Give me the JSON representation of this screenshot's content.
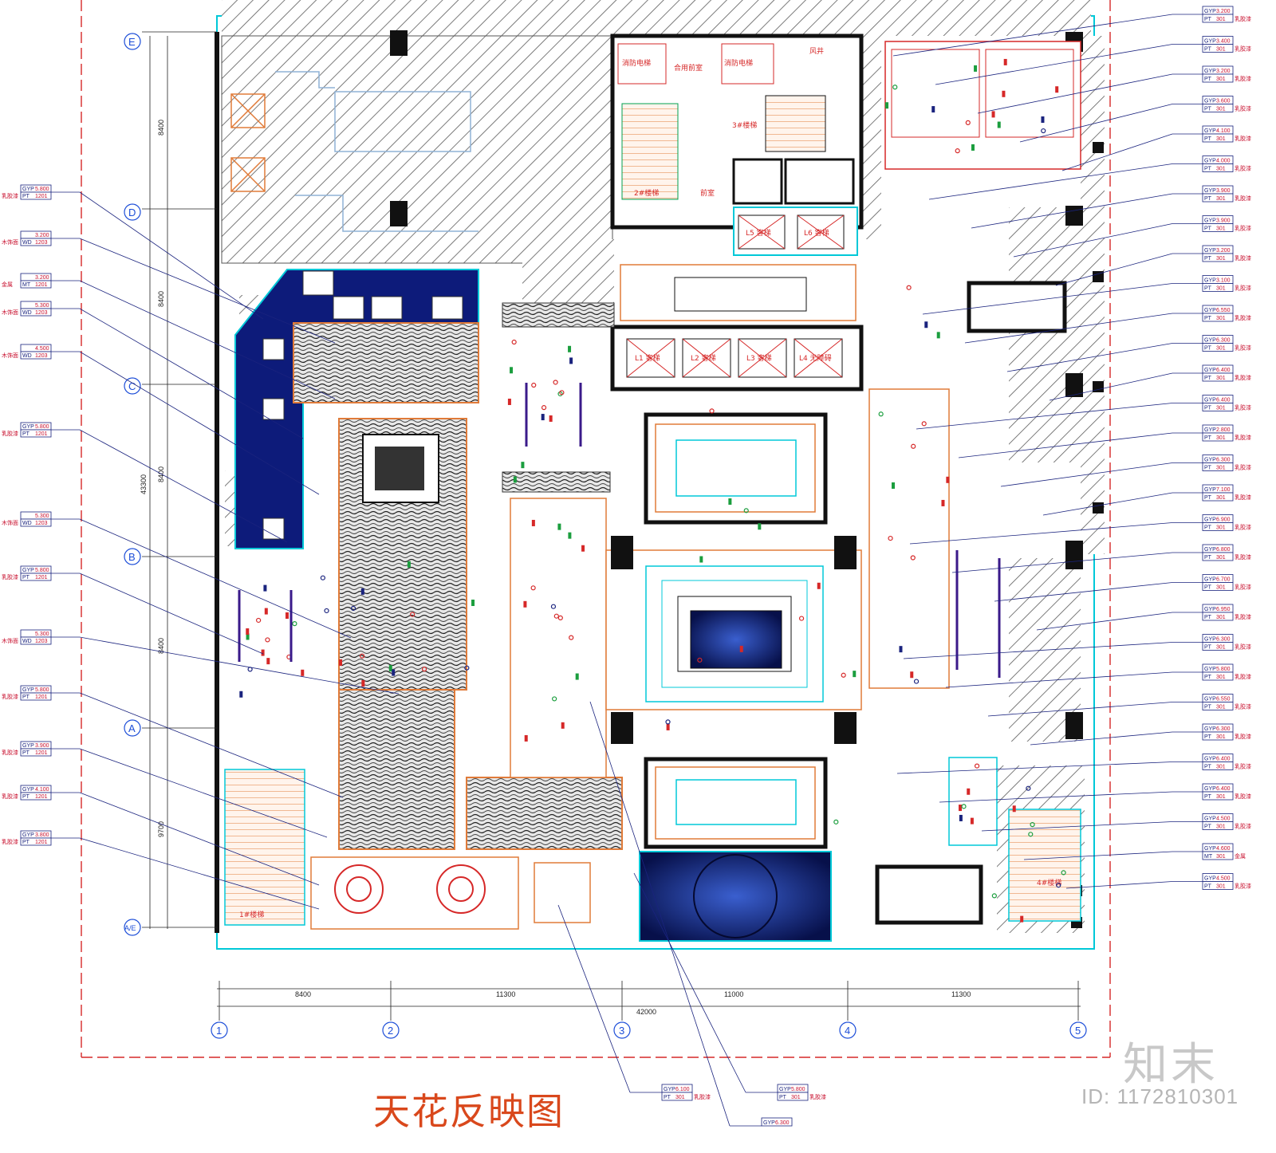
{
  "title": "天花反映图",
  "watermark": {
    "logo": "知末",
    "id_label": "ID: 1172810301"
  },
  "colors": {
    "hatch": "#555555",
    "wall": "#111111",
    "cyan": "#00c8d8",
    "red": "#d62828",
    "blue": "#0d1b7a",
    "orange": "#e07b39",
    "leader": "#1a237e"
  },
  "axes": {
    "rows": [
      "E",
      "D",
      "C",
      "B",
      "A",
      "A/E"
    ],
    "cols": [
      "1",
      "2",
      "3",
      "4",
      "5"
    ]
  },
  "dims": {
    "bottom": [
      "8400",
      "11300",
      "11000",
      "11300"
    ],
    "bottom_total": "42000",
    "left": [
      "8400",
      "8400",
      "8400",
      "8400",
      "9700"
    ],
    "left_total": "43300"
  },
  "rooms": {
    "stair1": "1#楼梯",
    "stair2": "2#楼梯",
    "stair3": "3#楼梯",
    "stair4": "4#楼梯",
    "fire_lift": "消防电梯",
    "anteroom": "合用前室",
    "front_room": "前室",
    "exhaust": "风井",
    "lift_l1": "L1 客梯",
    "lift_l2": "L2 客梯",
    "lift_l3": "L3 客梯",
    "lift_l4": "L4 无障碍",
    "lift_l5": "L5 客梯",
    "lift_l6": "L6 客梯"
  },
  "left_tags": [
    {
      "mat": "GYP",
      "h": "5.800",
      "code": "PT",
      "num": "1201",
      "note": "乳胶漆"
    },
    {
      "mat": "",
      "h": "3.200",
      "code": "WD",
      "num": "1203",
      "note": "木饰面"
    },
    {
      "mat": "",
      "h": "3.200",
      "code": "MT",
      "num": "1201",
      "note": "金属"
    },
    {
      "mat": "",
      "h": "5.300",
      "code": "WD",
      "num": "1203",
      "note": "木饰面"
    },
    {
      "mat": "",
      "h": "4.500",
      "code": "WD",
      "num": "1203",
      "note": "木饰面"
    },
    {
      "mat": "GYP",
      "h": "5.800",
      "code": "PT",
      "num": "1201",
      "note": "乳胶漆"
    },
    {
      "mat": "",
      "h": "5.300",
      "code": "WD",
      "num": "1203",
      "note": "木饰面"
    },
    {
      "mat": "GYP",
      "h": "5.800",
      "code": "PT",
      "num": "1201",
      "note": "乳胶漆"
    },
    {
      "mat": "",
      "h": "5.300",
      "code": "WD",
      "num": "1203",
      "note": "木饰面"
    },
    {
      "mat": "GYP",
      "h": "5.800",
      "code": "PT",
      "num": "1201",
      "note": "乳胶漆"
    },
    {
      "mat": "GYP",
      "h": "3.900",
      "code": "PT",
      "num": "1201",
      "note": "乳胶漆"
    },
    {
      "mat": "GYP",
      "h": "4.100",
      "code": "PT",
      "num": "1201",
      "note": "乳胶漆"
    },
    {
      "mat": "GYP",
      "h": "3.800",
      "code": "PT",
      "num": "1201",
      "note": "乳胶漆"
    }
  ],
  "right_tags": [
    {
      "mat": "GYP",
      "h": "3.200",
      "code": "PT",
      "num": "301",
      "note": "乳胶漆"
    },
    {
      "mat": "GYP",
      "h": "3.400",
      "code": "PT",
      "num": "301",
      "note": "乳胶漆"
    },
    {
      "mat": "GYP",
      "h": "3.200",
      "code": "PT",
      "num": "301",
      "note": "乳胶漆"
    },
    {
      "mat": "GYP",
      "h": "3.600",
      "code": "PT",
      "num": "301",
      "note": "乳胶漆"
    },
    {
      "mat": "GYP",
      "h": "4.100",
      "code": "PT",
      "num": "301",
      "note": "乳胶漆"
    },
    {
      "mat": "GYP",
      "h": "4.000",
      "code": "PT",
      "num": "301",
      "note": "乳胶漆"
    },
    {
      "mat": "GYP",
      "h": "3.900",
      "code": "PT",
      "num": "301",
      "note": "乳胶漆"
    },
    {
      "mat": "GYP",
      "h": "3.900",
      "code": "PT",
      "num": "301",
      "note": "乳胶漆"
    },
    {
      "mat": "GYP",
      "h": "3.200",
      "code": "PT",
      "num": "301",
      "note": "乳胶漆"
    },
    {
      "mat": "GYP",
      "h": "3.100",
      "code": "PT",
      "num": "301",
      "note": "乳胶漆"
    },
    {
      "mat": "GYP",
      "h": "6.550",
      "code": "PT",
      "num": "301",
      "note": "乳胶漆"
    },
    {
      "mat": "GYP",
      "h": "6.300",
      "code": "PT",
      "num": "301",
      "note": "乳胶漆"
    },
    {
      "mat": "GYP",
      "h": "6.400",
      "code": "PT",
      "num": "301",
      "note": "乳胶漆"
    },
    {
      "mat": "GYP",
      "h": "6.400",
      "code": "PT",
      "num": "301",
      "note": "乳胶漆"
    },
    {
      "mat": "GYP",
      "h": "2.800",
      "code": "PT",
      "num": "301",
      "note": "乳胶漆"
    },
    {
      "mat": "GYP",
      "h": "6.300",
      "code": "PT",
      "num": "301",
      "note": "乳胶漆"
    },
    {
      "mat": "GYP",
      "h": "7.100",
      "code": "PT",
      "num": "301",
      "note": "乳胶漆"
    },
    {
      "mat": "GYP",
      "h": "6.900",
      "code": "PT",
      "num": "301",
      "note": "乳胶漆"
    },
    {
      "mat": "GYP",
      "h": "6.800",
      "code": "PT",
      "num": "301",
      "note": "乳胶漆"
    },
    {
      "mat": "GYP",
      "h": "6.700",
      "code": "PT",
      "num": "301",
      "note": "乳胶漆"
    },
    {
      "mat": "GYP",
      "h": "6.950",
      "code": "PT",
      "num": "301",
      "note": "乳胶漆"
    },
    {
      "mat": "GYP",
      "h": "6.300",
      "code": "PT",
      "num": "301",
      "note": "乳胶漆"
    },
    {
      "mat": "GYP",
      "h": "5.800",
      "code": "PT",
      "num": "301",
      "note": "乳胶漆"
    },
    {
      "mat": "GYP",
      "h": "6.550",
      "code": "PT",
      "num": "301",
      "note": "乳胶漆"
    },
    {
      "mat": "GYP",
      "h": "6.300",
      "code": "PT",
      "num": "301",
      "note": "乳胶漆"
    },
    {
      "mat": "GYP",
      "h": "6.400",
      "code": "PT",
      "num": "301",
      "note": "乳胶漆"
    },
    {
      "mat": "GYP",
      "h": "6.400",
      "code": "PT",
      "num": "301",
      "note": "乳胶漆"
    },
    {
      "mat": "GYP",
      "h": "4.500",
      "code": "PT",
      "num": "301",
      "note": "乳胶漆"
    },
    {
      "mat": "GYP",
      "h": "4.600",
      "code": "MT",
      "num": "301",
      "note": "金属"
    },
    {
      "mat": "GYP",
      "h": "4.500",
      "code": "PT",
      "num": "301",
      "note": "乳胶漆"
    }
  ],
  "bottom_tags": [
    {
      "mat": "GYP",
      "h": "6.100",
      "code": "PT",
      "num": "301",
      "note": "乳胶漆"
    },
    {
      "mat": "GYP",
      "h": "5.800",
      "code": "PT",
      "num": "301",
      "note": "乳胶漆"
    },
    {
      "mat": "GYP",
      "h": "6.300",
      "code": "",
      "num": "",
      "note": ""
    }
  ]
}
